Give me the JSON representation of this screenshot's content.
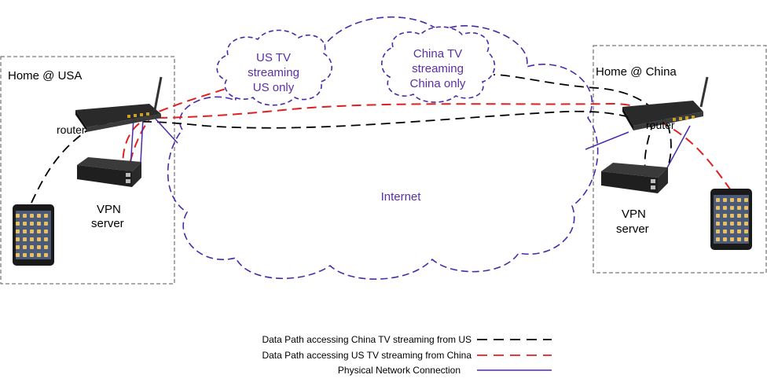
{
  "homes": {
    "usa": "Home @ USA",
    "china": "Home @ China"
  },
  "devices": {
    "router": "router",
    "vpn_server": [
      "VPN",
      "server"
    ]
  },
  "clouds": {
    "us_tv": [
      "US TV",
      "streaming",
      "US only"
    ],
    "china_tv": [
      "China TV",
      "streaming",
      "China only"
    ],
    "internet": "Internet"
  },
  "legend": [
    {
      "label": "Data Path accessing China TV streaming from US",
      "color": "#000000",
      "style": "long-dash"
    },
    {
      "label": "Data Path accessing US TV streaming from China",
      "color": "#e02020",
      "style": "long-dash"
    },
    {
      "label": "Physical Network Connection",
      "color": "#4b2aa8",
      "style": "solid"
    }
  ],
  "colors": {
    "black_path": "#000000",
    "red_path": "#e02020",
    "physical": "#4b2aa8",
    "cloud_outline": "#4b2aa8",
    "cloud_text": "#5a2ea6"
  }
}
